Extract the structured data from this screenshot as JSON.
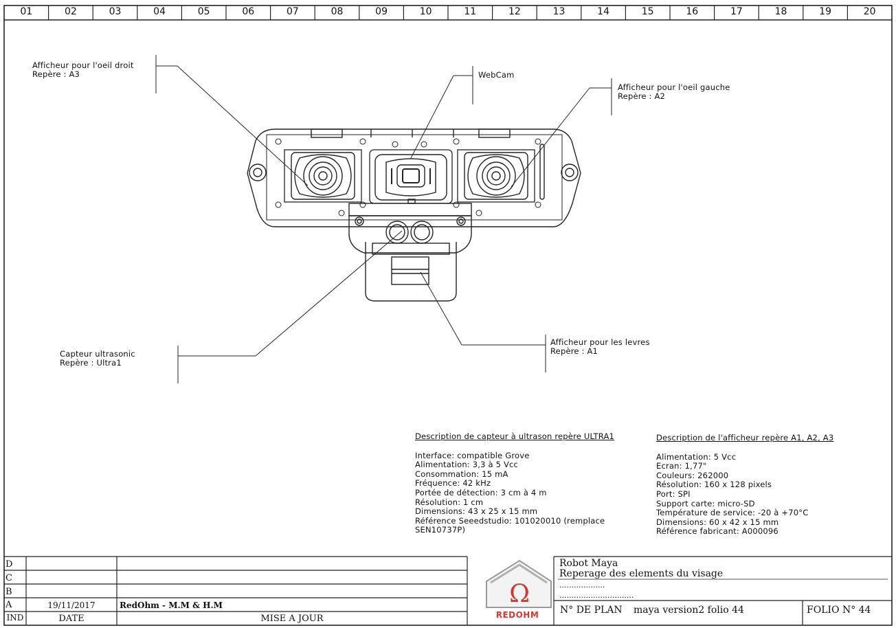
{
  "zones": [
    "01",
    "02",
    "03",
    "04",
    "05",
    "06",
    "07",
    "08",
    "09",
    "10",
    "11",
    "12",
    "13",
    "14",
    "15",
    "16",
    "17",
    "18",
    "19",
    "20"
  ],
  "callouts": {
    "right_eye": [
      "Afficheur pour l'oeil droit",
      "Repère : A3"
    ],
    "webcam": [
      "WebCam"
    ],
    "left_eye": [
      "Afficheur pour l'oeil gauche",
      "Repère : A2"
    ],
    "ultrasonic": [
      "Capteur ultrasonic",
      "Repère : Ultra1"
    ],
    "lips": [
      "Afficheur pour les levres",
      "Repère : A1"
    ]
  },
  "ultrasonic_desc": {
    "title": "Description de capteur à ultrason repère ULTRA1",
    "lines": [
      "Interface: compatible Grove",
      "Alimentation: 3,3 à 5 Vcc",
      "Consommation: 15 mA",
      "Fréquence: 42 kHz",
      "Portée de détection: 3 cm à 4 m",
      "Résolution: 1 cm",
      "Dimensions: 43 x 25 x 15 mm",
      "Référence Seeedstudio: 101020010 (remplace",
      "SEN10737P)"
    ]
  },
  "display_desc": {
    "title": "Description de l'afficheur repère A1, A2, A3",
    "lines": [
      "Alimentation: 5 Vcc",
      "Ecran: 1,77\"",
      "Couleurs: 262000",
      "Résolution: 160 x 128 pixels",
      "Port: SPI",
      "Support carte: micro-SD",
      "Température de service: -20 à +70°C",
      "Dimensions: 60 x 42 x 15 mm",
      "Référence fabricant: A000096"
    ]
  },
  "revisions": {
    "letters": [
      "D",
      "C",
      "B",
      "A",
      "IND"
    ],
    "row_a": {
      "date": "19/11/2017",
      "update": "RedOhm - M.M & H.M"
    },
    "header": {
      "date": "DATE",
      "update": "MISE A JOUR"
    }
  },
  "logo": {
    "text": "REDOHM",
    "color": "#d23a2f"
  },
  "title_block": {
    "line1": "Robot Maya",
    "line2": "Reperage des elements du visage",
    "dots1": "...................",
    "dots2": "...............................",
    "plan_label": "N° DE PLAN",
    "plan_value": "maya version2 folio 44",
    "folio": "FOLIO N° 44"
  }
}
